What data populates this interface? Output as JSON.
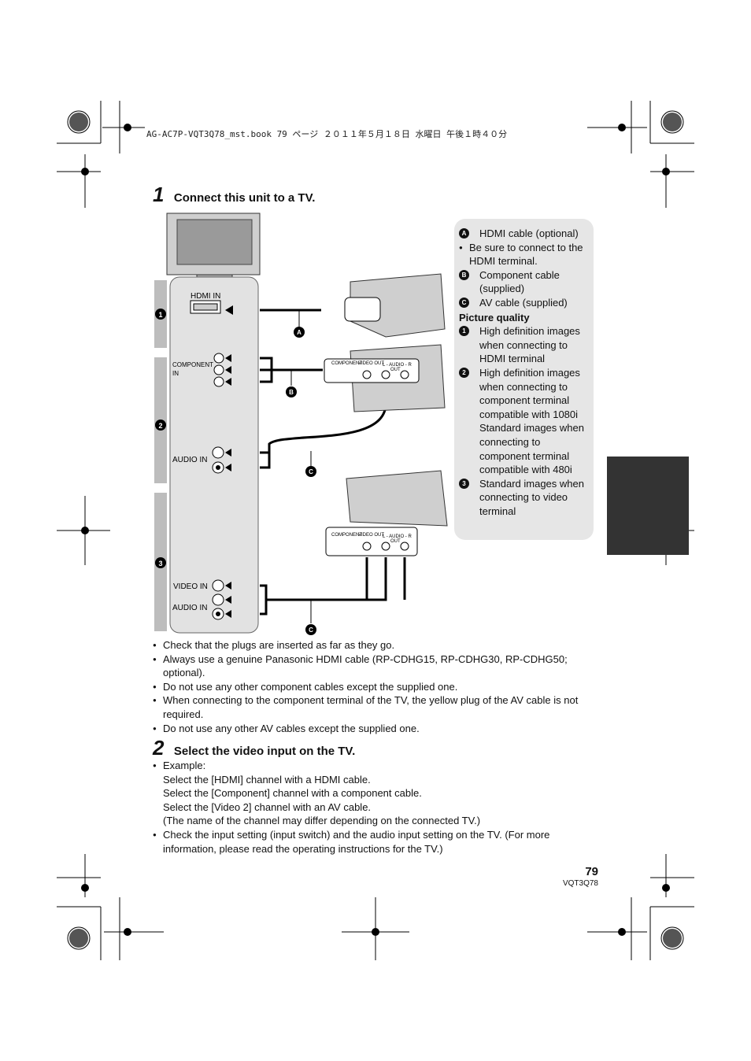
{
  "header": {
    "file_line": "AG-AC7P-VQT3Q78_mst.book  79 ページ  ２０１１年５月１８日  水曜日  午後１時４０分"
  },
  "step1": {
    "number": "1",
    "title": "Connect this unit to a TV."
  },
  "diagram": {
    "hdmi_in": "HDMI IN",
    "component_in": [
      "COMPONENT",
      "IN"
    ],
    "audio_in": "AUDIO IN",
    "video_in": "VIDEO IN",
    "audio_in_2": "AUDIO IN",
    "cam_labels": {
      "component": "COMPONENT",
      "video_out": "VIDEO OUT",
      "audio": "L - AUDIO - R",
      "out": "OUT"
    },
    "row_numbers": [
      "1",
      "2",
      "3"
    ],
    "cable_letters": [
      "A",
      "B",
      "C",
      "C"
    ]
  },
  "info": {
    "a_letter": "A",
    "a_label": "HDMI cable (optional)",
    "a_note": "Be sure to connect to the HDMI terminal.",
    "b_letter": "B",
    "b_label": "Component cable (supplied)",
    "c_letter": "C",
    "c_label": "AV cable (supplied)",
    "quality_title": "Picture quality",
    "q1": "High definition images when connecting to HDMI terminal",
    "q2": "High definition images when connecting to component terminal compatible with 1080i Standard images when connecting to component terminal compatible with 480i",
    "q3": "Standard images when connecting to video terminal"
  },
  "notes": [
    "Check that the plugs are inserted as far as they go.",
    "Always use a genuine Panasonic HDMI cable (RP-CDHG15, RP-CDHG30, RP-CDHG50; optional).",
    "Do not use any other component cables except the supplied one.",
    "When connecting to the component terminal of the TV, the yellow plug of the AV cable is not required.",
    "Do not use any other AV cables except the supplied one."
  ],
  "step2": {
    "number": "2",
    "title": "Select the video input on the TV."
  },
  "step2_notes": {
    "example": "Example:",
    "lines": [
      "Select the [HDMI] channel with a HDMI cable.",
      "Select the [Component] channel with a component cable.",
      "Select the [Video 2] channel with an AV cable.",
      "(The name of the channel may differ depending on the connected TV.)"
    ],
    "last": "Check the input setting (input switch) and the audio input setting on the TV. (For more information, please read the operating instructions for the TV.)"
  },
  "footer": {
    "page_number": "79",
    "code": "VQT3Q78"
  }
}
